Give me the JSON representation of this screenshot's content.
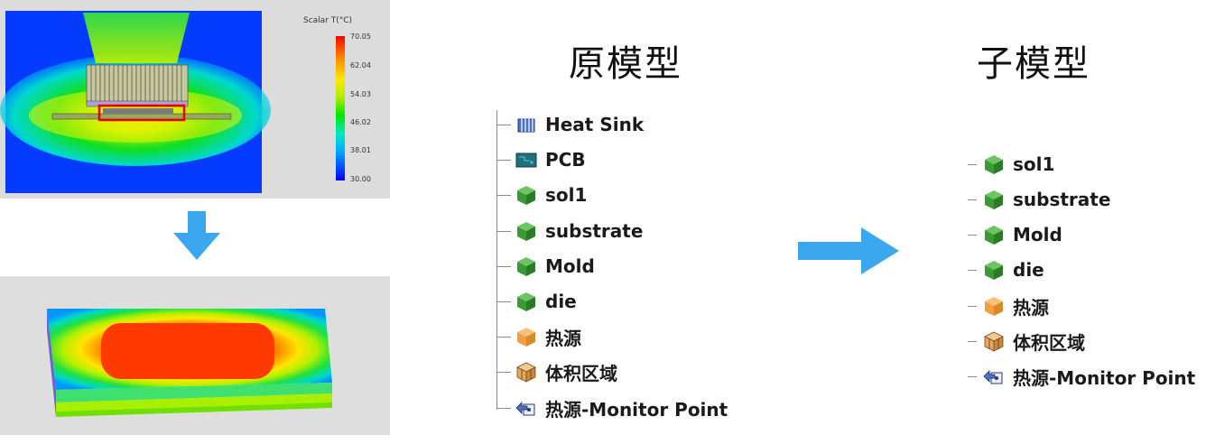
{
  "colors": {
    "arrow": "#3aa7ee",
    "hot": "#ff3300",
    "cold": "#0000ff",
    "highlight_box": "#e60000",
    "cube_green": "#3a9a34",
    "cube_orange": "#f0a040",
    "pcb_teal": "#1f6f7c"
  },
  "sim_top": {
    "legend": {
      "title": "Scalar T(°C)",
      "ticks": [
        "70.05",
        "62.04",
        "54.03",
        "46.02",
        "38.01",
        "30.00"
      ]
    }
  },
  "original_model": {
    "heading": "原模型",
    "items": [
      {
        "label": "Heat Sink",
        "icon": "heat-sink-icon"
      },
      {
        "label": "PCB",
        "icon": "pcb-icon"
      },
      {
        "label": "sol1",
        "icon": "green-cube-icon"
      },
      {
        "label": "substrate",
        "icon": "green-cube-icon"
      },
      {
        "label": "Mold",
        "icon": "green-cube-icon"
      },
      {
        "label": "die",
        "icon": "green-cube-icon"
      },
      {
        "label": "热源",
        "icon": "orange-cube-icon"
      },
      {
        "label": "体积区域",
        "icon": "volume-region-icon"
      },
      {
        "label": "热源-Monitor Point",
        "icon": "monitor-point-icon"
      }
    ]
  },
  "sub_model": {
    "heading": "子模型",
    "items": [
      {
        "label": "sol1",
        "icon": "green-cube-icon"
      },
      {
        "label": "substrate",
        "icon": "green-cube-icon"
      },
      {
        "label": "Mold",
        "icon": "green-cube-icon"
      },
      {
        "label": "die",
        "icon": "green-cube-icon"
      },
      {
        "label": "热源",
        "icon": "orange-cube-icon"
      },
      {
        "label": "体积区域",
        "icon": "volume-region-icon"
      },
      {
        "label": "热源-Monitor Point",
        "icon": "monitor-point-icon"
      }
    ]
  }
}
